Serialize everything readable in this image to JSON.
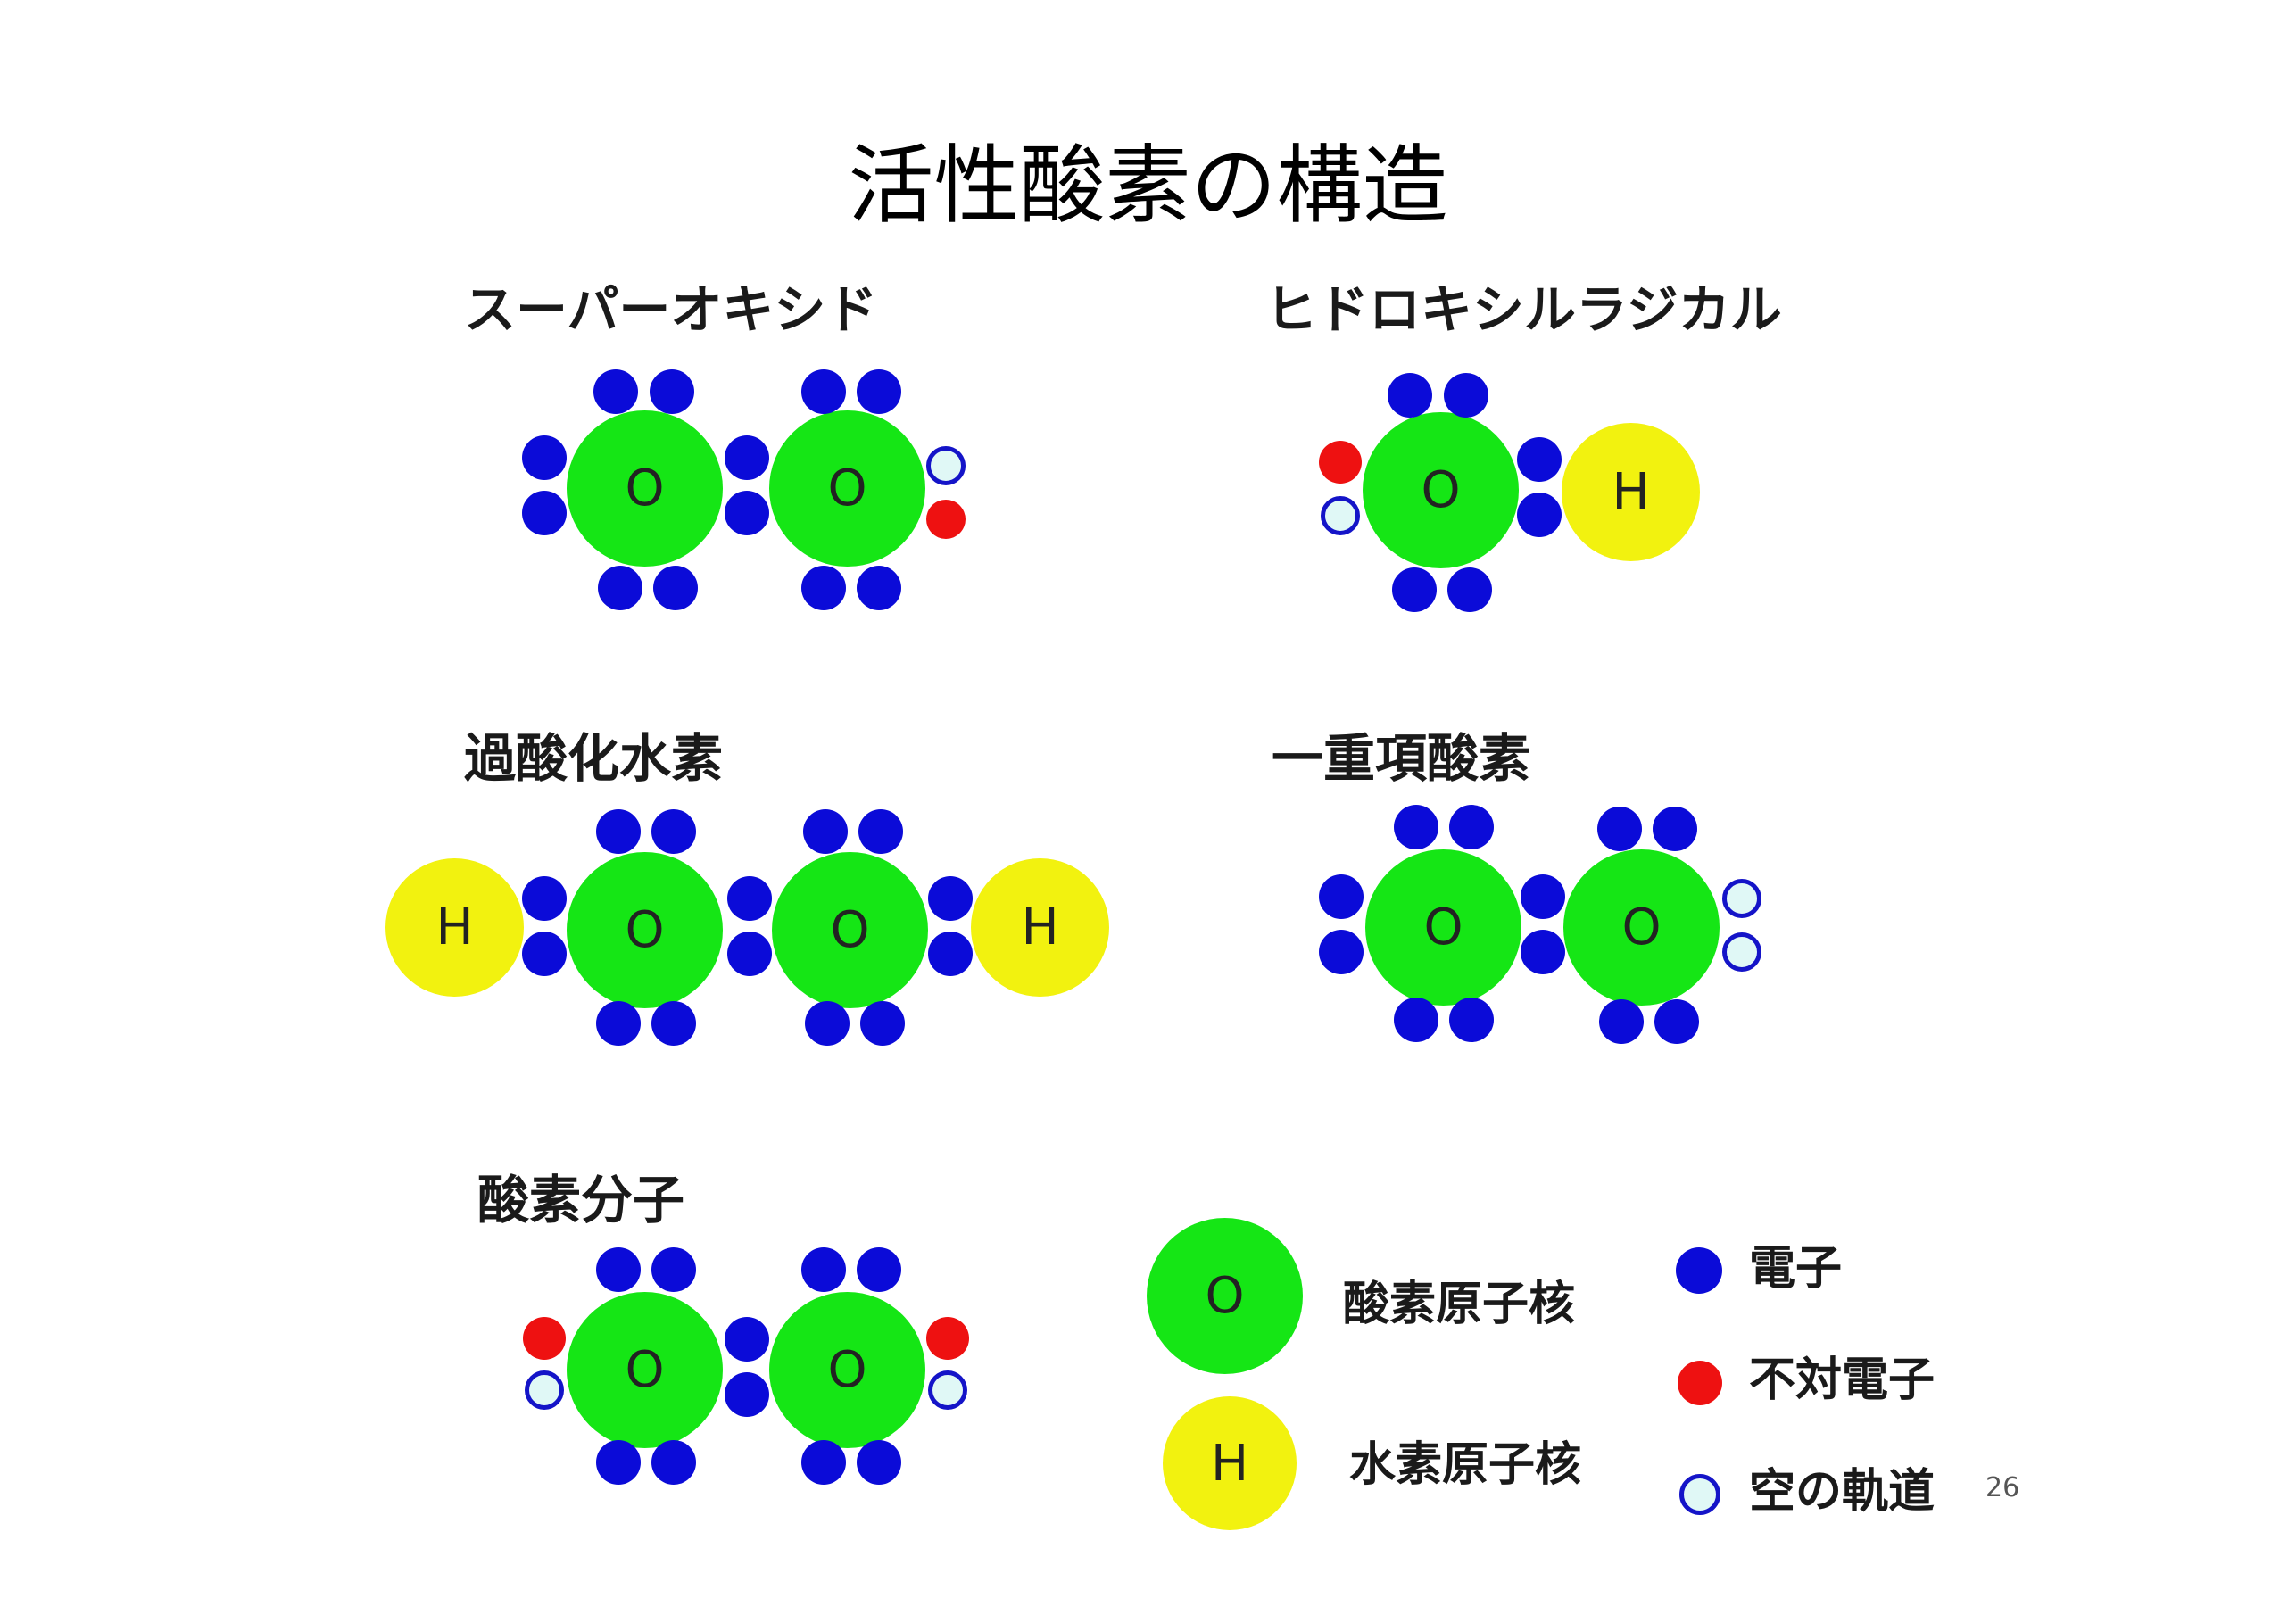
{
  "title": "活性酸素の構造",
  "page_number": "26",
  "colors": {
    "oxygen_nucleus": "#15e615",
    "hydrogen_nucleus": "#f2f20f",
    "electron": "#0b0bd8",
    "unpaired_electron": "#ee1111",
    "empty_orbital_fill": "#e0f8f6",
    "empty_orbital_border": "#1414c8"
  },
  "molecules": {
    "superoxide": {
      "name": "スーパーオキシド",
      "atoms": [
        "O",
        "O"
      ]
    },
    "hydroxyl_radical": {
      "name": "ヒドロキシルラジカル",
      "atoms": [
        "O",
        "H"
      ]
    },
    "hydrogen_peroxide": {
      "name": "過酸化水素",
      "atoms": [
        "H",
        "O",
        "O",
        "H"
      ]
    },
    "singlet_oxygen": {
      "name": "一重項酸素",
      "atoms": [
        "O",
        "O"
      ]
    },
    "oxygen_molecule": {
      "name": "酸素分子",
      "atoms": [
        "O",
        "O"
      ]
    }
  },
  "legend": {
    "oxygen_symbol": "O",
    "oxygen_label": "酸素原子核",
    "hydrogen_symbol": "H",
    "hydrogen_label": "水素原子核",
    "electron_label": "電子",
    "unpaired_label": "不対電子",
    "empty_label": "空の軌道"
  }
}
